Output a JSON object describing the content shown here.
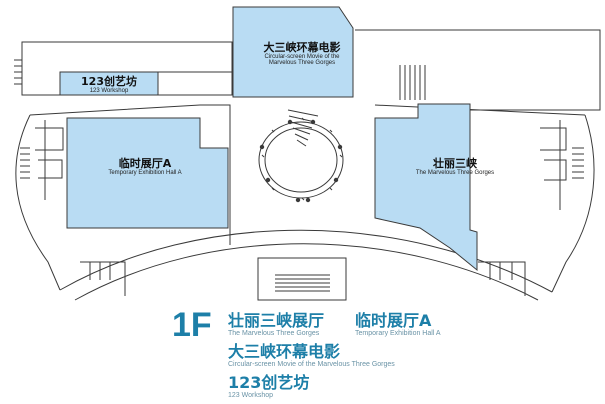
{
  "floor_label": "1F",
  "colors": {
    "room_fill": "#b9dcf3",
    "wall": "#3a3a3a",
    "accent_text": "#1d7fa8",
    "sub_text": "#6a93a6"
  },
  "rooms": {
    "circular_cinema": {
      "zh": "大三峡环幕电影",
      "en_line1": "Circular-screen Movie of the",
      "en_line2": "Marvelous Three Gorges"
    },
    "workshop": {
      "zh": "123创艺坊",
      "en": "123 Workshop"
    },
    "hall_a": {
      "zh": "临时展厅A",
      "en": "Temporary Exhibition Hall A"
    },
    "three_gorges": {
      "zh": "壮丽三峡",
      "en": "The Marvelous Three Gorges"
    }
  },
  "legend": {
    "item1": {
      "zh": "壮丽三峡展厅",
      "en": "The Marvelous Three Gorges"
    },
    "item2": {
      "zh": "临时展厅A",
      "en": "Temporary Exhibition Hall A"
    },
    "item3": {
      "zh": "大三峡环幕电影",
      "en": "Circular-screen Movie of the Marvelous Three Gorges"
    },
    "item4": {
      "zh": "123创艺坊",
      "en": "123 Workshop"
    }
  }
}
